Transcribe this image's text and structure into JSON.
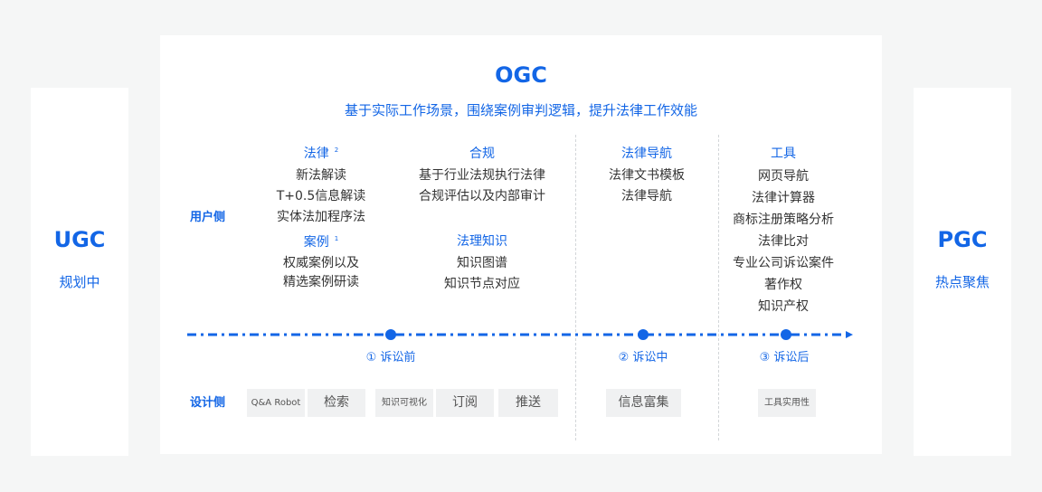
{
  "ugc": {
    "title": "UGC",
    "subtitle": "规划中"
  },
  "pgc": {
    "title": "PGC",
    "subtitle": "热点聚焦"
  },
  "ogc": {
    "title": "OGC",
    "subtitle": "基于实际工作场景，围绕案例审判逻辑，提升法律工作效能",
    "user_side_label": "用户侧",
    "design_side_label": "设计侧",
    "groups": {
      "law": {
        "heading": "法律",
        "sup": "2",
        "items": [
          "新法解读",
          "T+0.5信息解读",
          "实体法加程序法"
        ]
      },
      "cases": {
        "heading": "案例",
        "sup": "1",
        "items": [
          "权威案例以及",
          "精选案例研读"
        ]
      },
      "compliance": {
        "heading": "合规",
        "items": [
          "基于行业法规执行法律",
          "合规评估以及内部审计"
        ]
      },
      "legal_knowledge": {
        "heading": "法理知识",
        "items": [
          "知识图谱",
          "知识节点对应"
        ]
      },
      "legal_nav": {
        "heading": "法律导航",
        "items": [
          "法律文书模板",
          "法律导航"
        ]
      },
      "tools": {
        "heading": "工具",
        "items": [
          "网页导航",
          "法律计算器",
          "商标注册策略分析",
          "法律比对",
          "专业公司诉讼案件",
          "著作权",
          "知识产权"
        ]
      }
    },
    "stages": [
      "① 诉讼前",
      "② 诉讼中",
      "③ 诉讼后"
    ],
    "design_tags": [
      "Q&A Robot",
      "检索",
      "知识可视化",
      "订阅",
      "推送",
      "信息富集",
      "工具实用性"
    ]
  },
  "colors": {
    "accent": "#1366e6",
    "background": "#f5f6f6",
    "panel": "#ffffff",
    "tag_bg": "#f0f1f2"
  }
}
